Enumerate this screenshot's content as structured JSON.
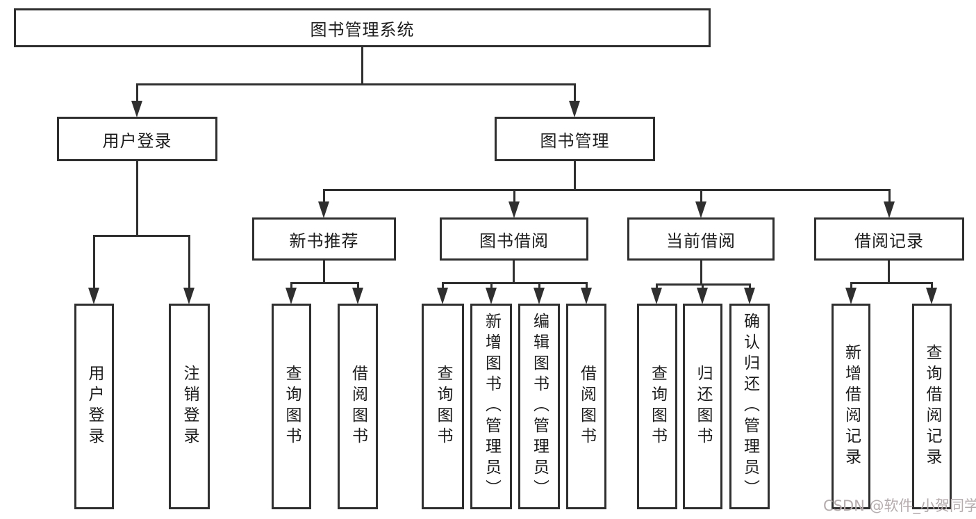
{
  "diagram": {
    "root": {
      "label": "图书管理系统"
    },
    "branches": [
      {
        "label": "用户登录",
        "children": [
          {
            "label": "用户登录"
          },
          {
            "label": "注销登录"
          }
        ]
      },
      {
        "label": "图书管理",
        "children": [
          {
            "label": "新书推荐",
            "children": [
              {
                "label": "查询图书"
              },
              {
                "label": "借阅图书"
              }
            ]
          },
          {
            "label": "图书借阅",
            "children": [
              {
                "label": "查询图书"
              },
              {
                "label": "新增图书（管理员）"
              },
              {
                "label": "编辑图书（管理员）"
              },
              {
                "label": "借阅图书"
              }
            ]
          },
          {
            "label": "当前借阅",
            "children": [
              {
                "label": "查询图书"
              },
              {
                "label": "归还图书"
              },
              {
                "label": "确认归还（管理员）"
              }
            ]
          },
          {
            "label": "借阅记录",
            "children": [
              {
                "label": "新增借阅记录"
              },
              {
                "label": "查询借阅记录"
              }
            ]
          }
        ]
      }
    ]
  },
  "watermark": {
    "text": "CSDN @软件_小贺同学"
  },
  "colors": {
    "line": "#2f2f2f",
    "text": "#1c1c1c",
    "watermark": "#b6abad",
    "background": "#ffffff"
  }
}
